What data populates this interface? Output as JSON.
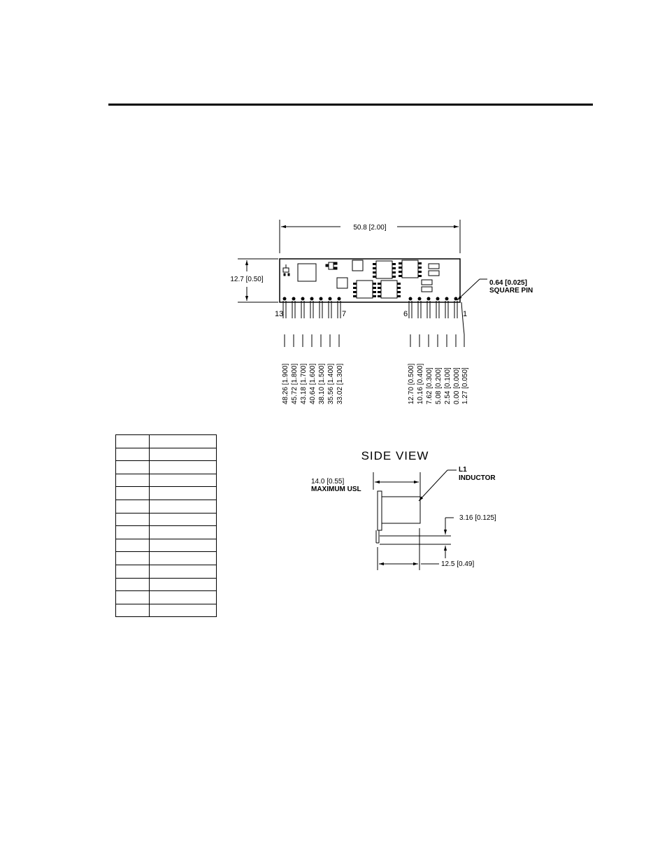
{
  "top_view": {
    "width_dim": "50.8 [2.00]",
    "height_dim": "12.7 [0.50]",
    "square_pin_dim": "0.64 [0.025]",
    "square_pin_label": "SQUARE PIN",
    "pin_labels": [
      "13",
      "7",
      "6",
      "1"
    ],
    "left_pin_positions": [
      "48.26 [1.900]",
      "45.72 [1.800]",
      "43.18 [1.700]",
      "40.64 [1.600]",
      "38.10 [1.500]",
      "35.56 [1.400]",
      "33.02 [1.300]"
    ],
    "right_pin_positions": [
      "12.70 [0.500]",
      "10.16 [0.400]",
      "7.62 [0.300]",
      "5.08 [0.200]",
      "2.54 [0.100]",
      "0.00 [0.000]",
      "1.27 [0.050]"
    ]
  },
  "side_view": {
    "title": "SIDE VIEW",
    "inductor_ref": "L1",
    "inductor_label": "INDUCTOR",
    "max_height_dim": "14.0 [0.55]",
    "max_height_label": "MAXIMUM USL",
    "pin_length_dim": "3.16 [0.125]",
    "depth_dim": "12.5 [0.49]"
  },
  "pin_table": {
    "rows": 14
  }
}
